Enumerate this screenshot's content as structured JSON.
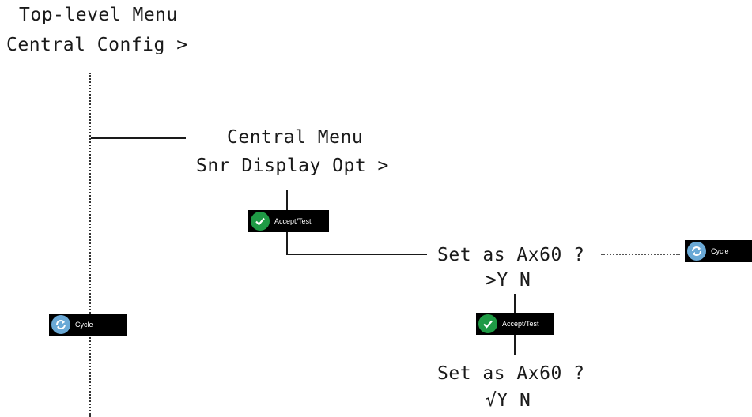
{
  "top_menu": {
    "line1": "Top-level Menu",
    "line2": "Central Config >"
  },
  "central_menu": {
    "line1": "Central Menu",
    "line2": "Snr Display Opt >"
  },
  "prompt1": {
    "line1": "Set as Ax60 ?",
    "line2": ">Y N"
  },
  "prompt2": {
    "line1": "Set as Ax60 ?",
    "line2": "√Y N"
  },
  "buttons": {
    "accept_label": "Accept/Test",
    "cycle_label": "Cycle"
  },
  "icons": {
    "accept": "checkmark-icon",
    "cycle": "refresh-icon"
  },
  "colors": {
    "accept": "#1f9a45",
    "cycle": "#6aa9d6",
    "button_bg": "#000000"
  }
}
